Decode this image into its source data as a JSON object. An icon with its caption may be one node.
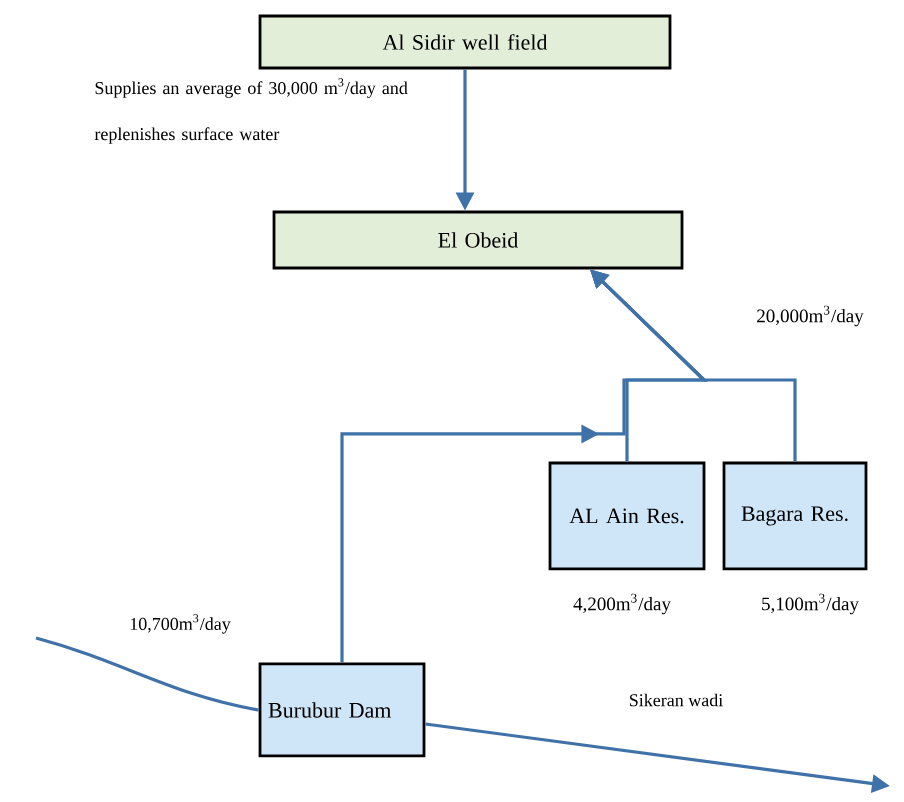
{
  "diagram": {
    "nodes": [
      {
        "text": [
          "Al Sidir well field"
        ]
      },
      {
        "text": [
          "El Obeid"
        ]
      },
      {
        "text": [
          "AL Ain Res."
        ],
        "beside": [
          "4,200m$^{3}$/day"
        ]
      },
      {
        "text": [
          "Bagara Res."
        ],
        "beside": [
          "5,100m$^{3}$/day"
        ]
      },
      {
        "text": [
          "Burubur Dam"
        ]
      }
    ],
    "edges": [
      {
        "from": 0,
        "to": 1,
        "arrow": "to",
        "label": "Supplies an average of 30,000 m$^{3}$/day and replenishes surface water"
      },
      {
        "from": 2,
        "to": 1,
        "arrow": "to"
      },
      {
        "from": 3,
        "to": 1,
        "arrow": "to"
      },
      {
        "from": 4,
        "to": 1,
        "arrow": "to"
      },
      {
        "from": null,
        "to": 4,
        "arrow": "none",
        "label": "10,700m$^{3}$/day"
      },
      {
        "from": 4,
        "to": null,
        "arrow": "to",
        "label": "Sikeran wadi"
      }
    ],
    "labels": [
      "20,000m$^{3}$/day"
    ]
  }
}
